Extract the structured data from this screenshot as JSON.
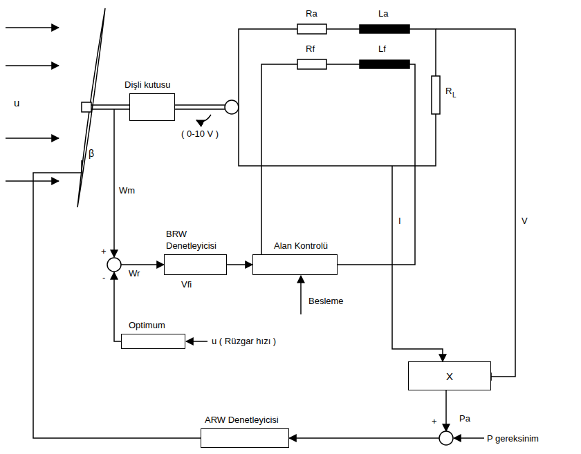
{
  "diagram": {
    "nodes": [
      {
        "text": [
          "Dişli kutusu"
        ]
      },
      {
        "text": [
          "BRW Denetleyicisi"
        ]
      },
      {
        "text": [
          "Alan Kontrolü"
        ]
      },
      {
        "text": [
          "Optimum"
        ]
      },
      {
        "text": [
          "X"
        ]
      },
      {
        "text": [
          "ARW Denetleyicisi"
        ]
      }
    ],
    "edges": [
      {
        "from": 1,
        "to": 2,
        "arrow": "to"
      }
    ],
    "labels": [
      "u",
      "β",
      "Wm",
      "( 0-10 V )",
      "Ra",
      "La",
      "Rf",
      "Lf",
      "R",
      "L",
      "+",
      "-",
      "Wr",
      "Vfi",
      "Besleme",
      "u ( Rüzgar hızı )",
      "I",
      "V",
      "+",
      "Pa",
      "P gereksinim"
    ]
  }
}
